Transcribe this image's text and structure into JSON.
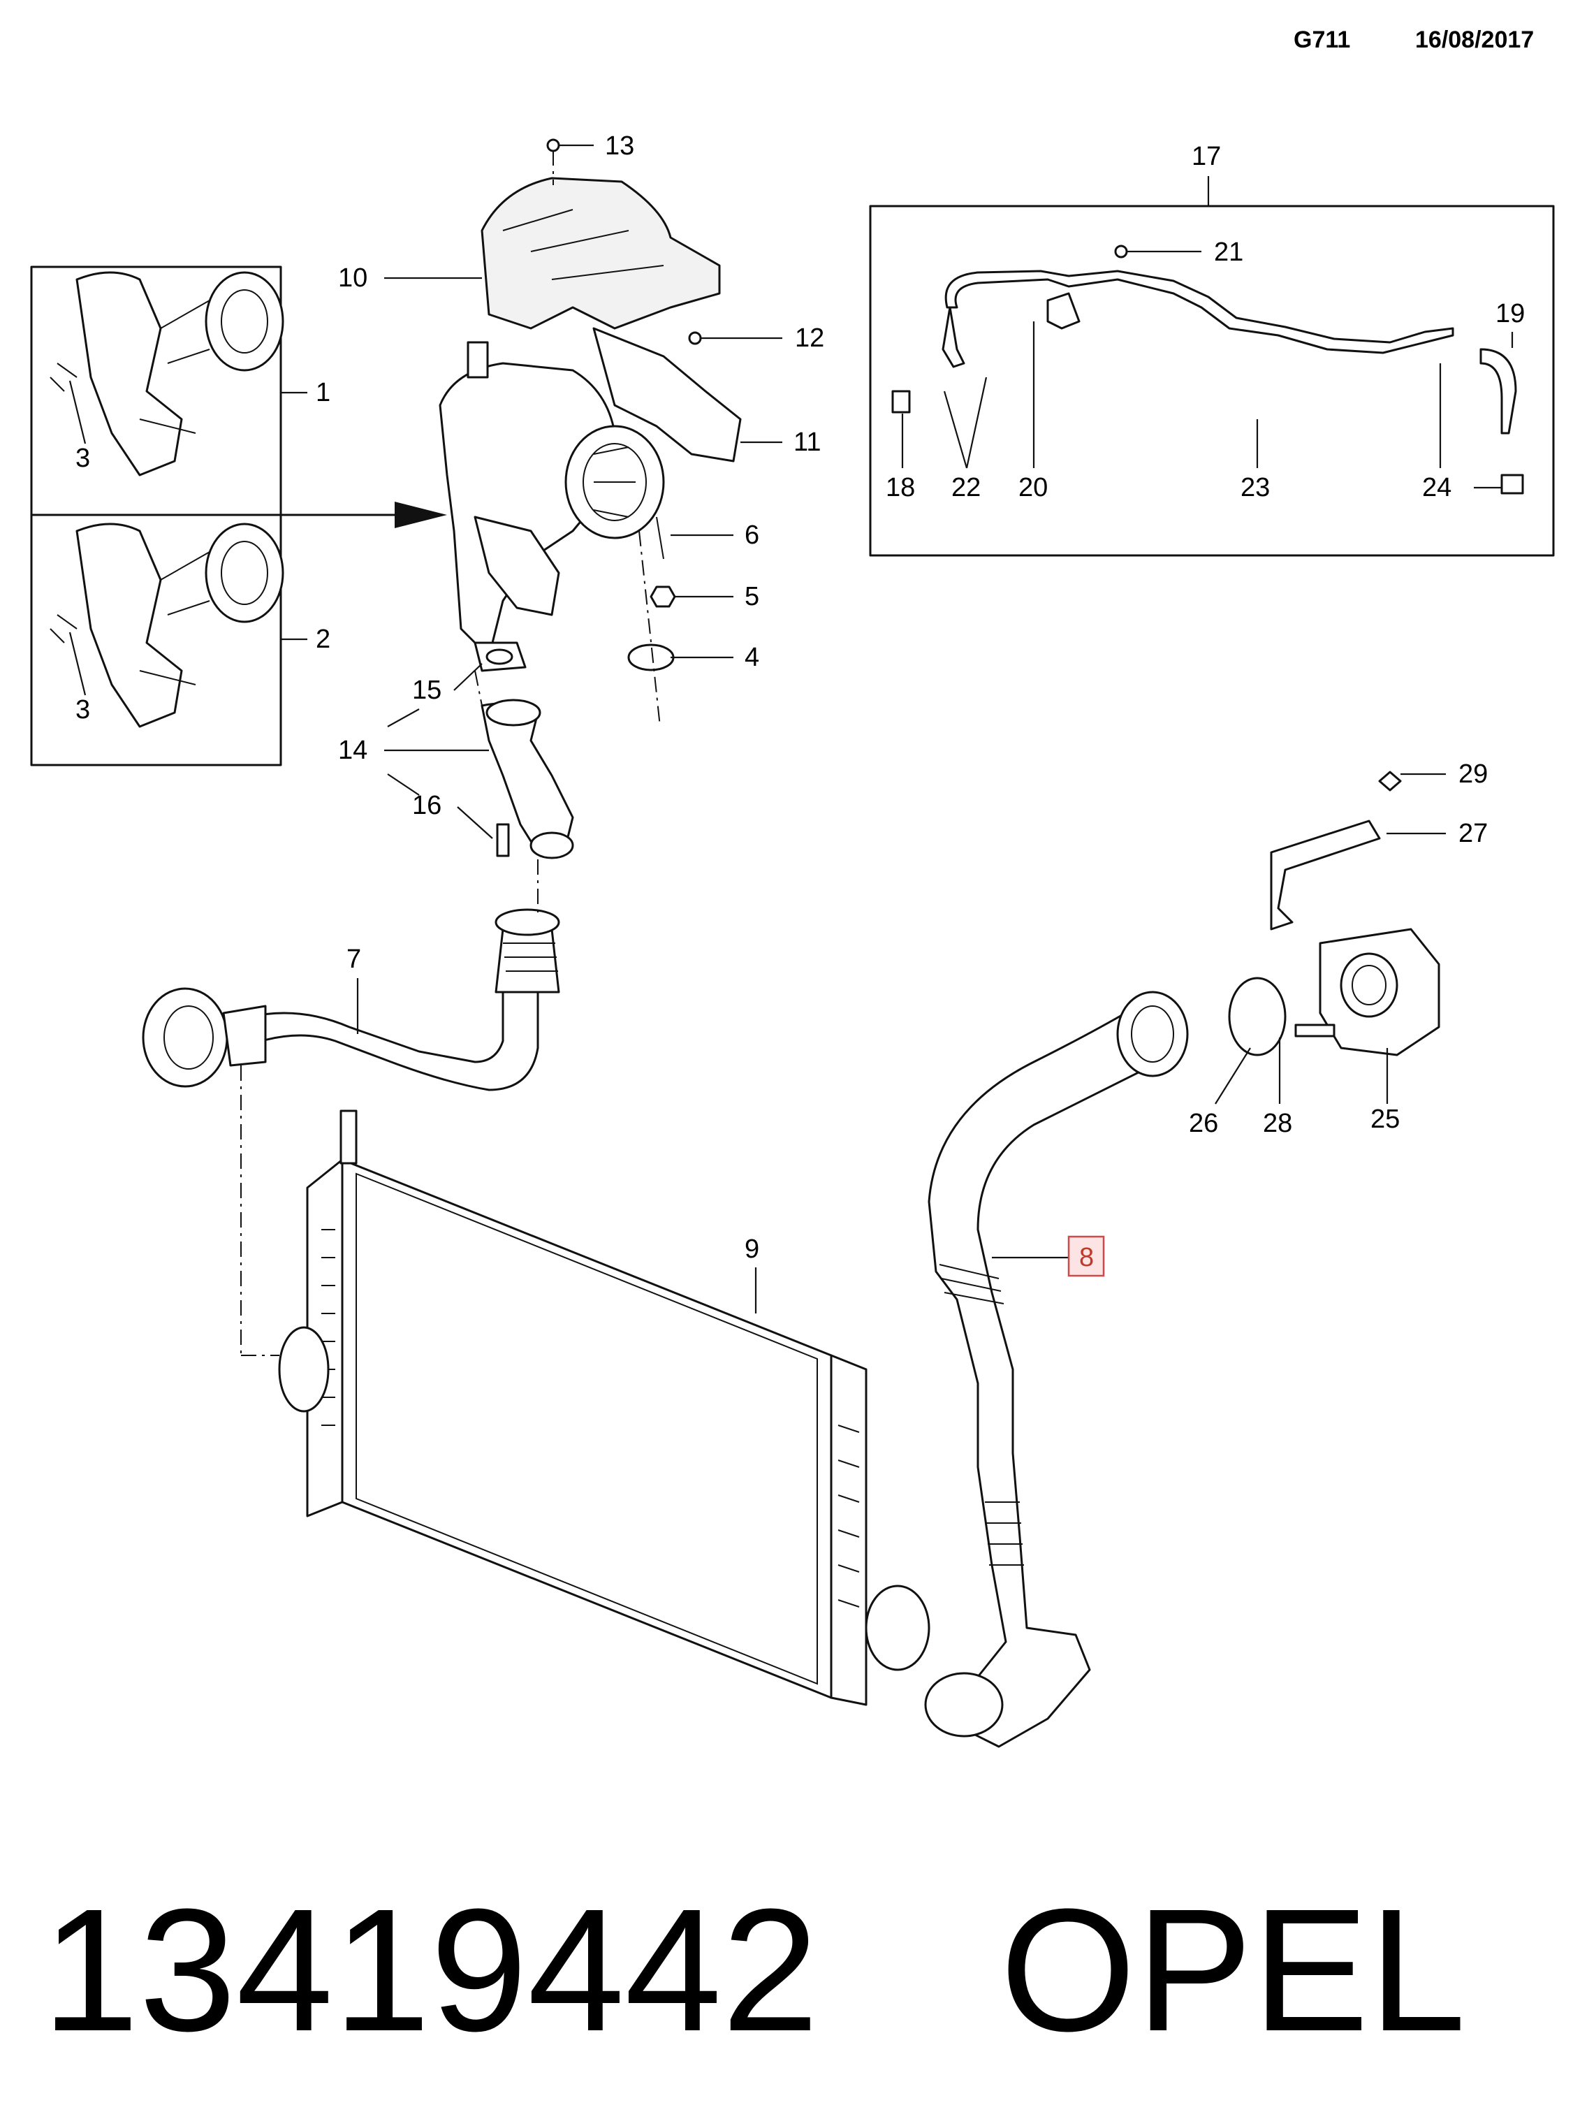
{
  "header": {
    "code": "G711",
    "date": "16/08/2017"
  },
  "callouts": {
    "c1": "1",
    "c2": "2",
    "c3a": "3",
    "c3b": "3",
    "c4": "4",
    "c5": "5",
    "c6": "6",
    "c7": "7",
    "c8": "8",
    "c9": "9",
    "c10": "10",
    "c11": "11",
    "c12": "12",
    "c13": "13",
    "c14": "14",
    "c15": "15",
    "c16": "16",
    "c17": "17",
    "c18": "18",
    "c19": "19",
    "c20": "20",
    "c21": "21",
    "c22": "22",
    "c23": "23",
    "c24": "24",
    "c25": "25",
    "c26": "26",
    "c27": "27",
    "c28": "28",
    "c29": "29"
  },
  "highlighted_callout": "8",
  "footer": {
    "part_number": "13419442",
    "brand": "OPEL"
  }
}
